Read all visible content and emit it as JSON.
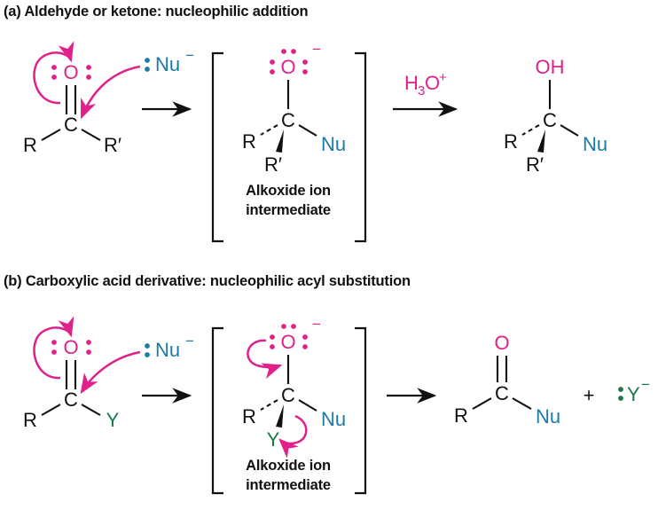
{
  "figure": {
    "title_a": "(a) Aldehyde or ketone: nucleophilic addition",
    "title_b": "(b) Carboxylic acid derivative: nucleophilic acyl substitution"
  },
  "colors": {
    "magenta": "#e0218a",
    "blue": "#1b7ba6",
    "green": "#1a7a4c",
    "black": "#111111"
  },
  "panel_a": {
    "reactant": {
      "oxygen": "O",
      "carbon": "C",
      "left_sub": "R",
      "right_sub": "R′",
      "bond_order": "double",
      "lone_pairs": 2
    },
    "nucleophile": {
      "label": "Nu",
      "charge": "−",
      "lone_pair": ":"
    },
    "arrow_1": "⟶",
    "intermediate": {
      "oxygen": "O",
      "charge": "−",
      "carbon": "C",
      "sub_left": "R",
      "sub_wedge": "R′",
      "sub_right": "Nu",
      "lone_pairs": 3,
      "caption_line1": "Alkoxide ion",
      "caption_line2": "intermediate"
    },
    "arrow_2": "⟶",
    "reagent": {
      "formula": "H",
      "subscript": "3",
      "element": "O",
      "charge": "+"
    },
    "product": {
      "hydroxyl": "OH",
      "carbon": "C",
      "sub_left": "R",
      "sub_wedge": "R′",
      "sub_right": "Nu"
    }
  },
  "panel_b": {
    "reactant": {
      "oxygen": "O",
      "carbon": "C",
      "left_sub": "R",
      "right_sub": "Y",
      "bond_order": "double",
      "lone_pairs": 2
    },
    "nucleophile": {
      "label": "Nu",
      "charge": "−",
      "lone_pair": ":"
    },
    "arrow_1": "⟶",
    "intermediate": {
      "oxygen": "O",
      "charge": "−",
      "carbon": "C",
      "sub_left": "R",
      "sub_wedge": "Y",
      "sub_right": "Nu",
      "lone_pairs": 3,
      "caption_line1": "Alkoxide ion",
      "caption_line2": "intermediate"
    },
    "arrow_2": "⟶",
    "product": {
      "oxygen": "O",
      "carbon": "C",
      "sub_left": "R",
      "sub_right": "Nu",
      "bond_order": "double"
    },
    "plus": "+",
    "leaving_group": {
      "label": "Y",
      "charge": "−",
      "lone_pair": ":"
    }
  }
}
